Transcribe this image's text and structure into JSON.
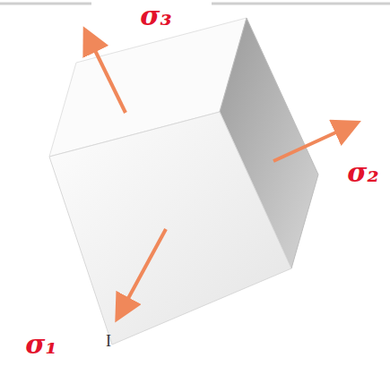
{
  "diagram": {
    "labels": [
      "σ₃",
      "σ₂",
      "σ₁",
      "I"
    ]
  }
}
